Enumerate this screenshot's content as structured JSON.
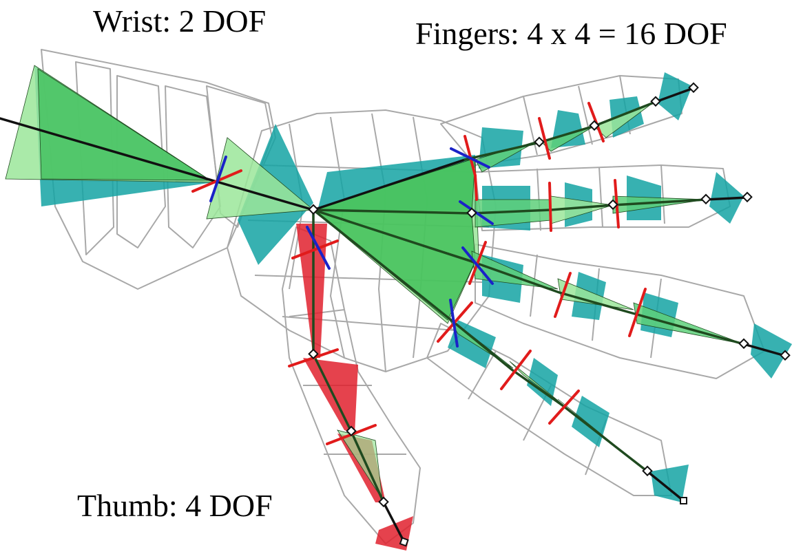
{
  "labels": {
    "wrist": "Wrist: 2 DOF",
    "fingers": "Fingers: 4 x 4 = 16 DOF",
    "thumb": "Thumb: 4 DOF"
  },
  "colors": {
    "mesh": "#9a9a9a",
    "bone": "#1f4a1f",
    "cone_light_green": "#7fe07a",
    "cone_green": "#2cb84a",
    "cone_teal": "#119d9e",
    "cone_red": "#e0212e",
    "axis_red": "#e11b1b",
    "axis_blue": "#1a22c8"
  }
}
